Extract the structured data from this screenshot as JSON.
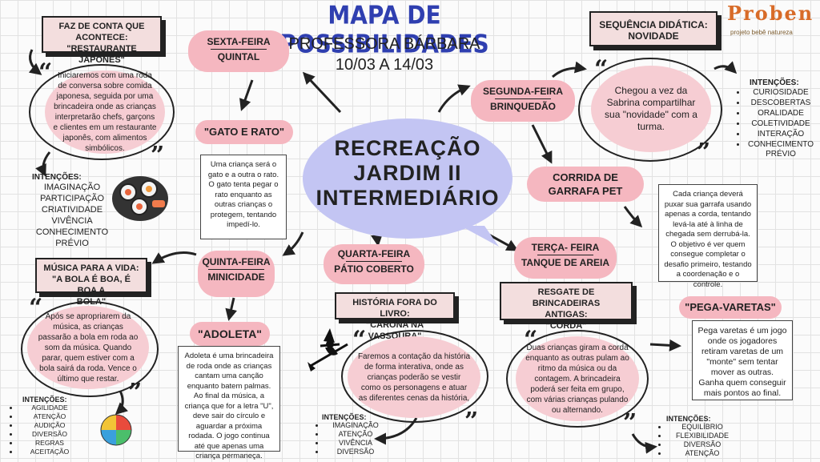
{
  "header": {
    "title": "MAPA DE POSSIBILIDADES",
    "teacher": "PROFESSORA BÁRBARA",
    "dates": "10/03 A 14/03"
  },
  "logo": {
    "name": "Proben",
    "tagline": "projeto bebê natureza"
  },
  "center": {
    "line1": "RECREAÇÃO",
    "line2": "JARDIM II",
    "line3": "INTERMEDIÁRIO"
  },
  "days": {
    "sexta": {
      "day": "SEXTA-FEIRA",
      "place": "QUINTAL"
    },
    "segunda": {
      "day": "SEGUNDA-FEIRA",
      "place": "BRINQUEDÃO"
    },
    "quinta": {
      "day": "QUINTA-FEIRA",
      "place": "MINICIDADE"
    },
    "quarta": {
      "day": "QUARTA-FEIRA",
      "place": "PÁTIO COBERTO"
    },
    "terca": {
      "day": "TERÇA- FEIRA",
      "place": "TANQUE DE AREIA"
    }
  },
  "faz_de_conta": {
    "label_line1": "FAZ DE CONTA QUE",
    "label_line2": "ACONTECE:",
    "label_line3": "\"RESTAURANTE JAPONÊS\"",
    "text": "Iniciaremos  com uma roda de conversa sobre comida japonesa, seguida por uma brincadeira onde as crianças interpretarão chefs, garçons e clientes em um restaurante japonês, com alimentos simbólicos.",
    "intentions_title": "INTENÇÕES:",
    "intentions": [
      "IMAGINAÇÃO",
      "PARTICIPAÇÃO",
      "CRIATIVIDADE",
      "VIVÊNCIA",
      "CONHECIMENTO",
      "PRÉVIO"
    ]
  },
  "gato_rato": {
    "label": "\"GATO E RATO\"",
    "text": "Uma criança será o gato e a outra o rato. O gato tenta pegar o rato enquanto as outras crianças o protegem, tentando impedí-lo."
  },
  "sequencia": {
    "label_line1": "SEQUÊNCIA DIDÁTICA:",
    "label_line2": "NOVIDADE",
    "text": "Chegou a vez da Sabrina compartilhar sua \"novidade\" com a turma.",
    "intentions_title": "INTENÇÕES:",
    "intentions": [
      "CURIOSIDADE",
      "DESCOBERTAS",
      "ORALIDADE",
      "COLETIVIDADE",
      "INTERAÇÃO",
      "CONHECIMENTO"
    ],
    "intentions_tail": "PRÉVIO"
  },
  "corrida": {
    "label_line1": "CORRIDA DE",
    "label_line2": "GARRAFA PET",
    "text": "Cada criança deverá puxar sua garrafa usando apenas a corda, tentando levá-la até à linha de chegada sem derrubá-la. O objetivo é ver quem consegue completar o desafio primeiro, testando a coordenação e o controle."
  },
  "musica": {
    "label_line1": "MÚSICA PARA A VIDA:",
    "label_line2": "\"A BOLA É BOA, É BOA A",
    "label_line3": "BOLA\"",
    "text": "Após se apropriarem da música, as crianças passarão a bola em roda ao som da música. Quando parar, quem estiver com a bola sairá da roda. Vence o último que restar.",
    "intentions_title": "INTENÇÕES:",
    "intentions": [
      "AGILIDADE",
      "ATENÇÃO",
      "AUDIÇÃO",
      "DIVERSÃO",
      "REGRAS",
      "ACEITAÇÃO"
    ]
  },
  "adoleta": {
    "label": "\"ADOLETA\"",
    "text": "Adoleta é uma brincadeira de roda onde as crianças cantam uma canção enquanto batem palmas. Ao final da música, a criança que for a letra \"U\",  deve sair do círculo e aguardar a próxima rodada. O jogo continua até que apenas uma criança permaneça."
  },
  "historia": {
    "label_line1": "HISTÓRIA FORA DO LIVRO:",
    "label_line2": "\"CARONA NA VASSOURA\"",
    "text": "Faremos a contação da história de forma interativa, onde as crianças poderão se vestir como os personagens e atuar as diferentes cenas da história,",
    "intentions_title": "INTENÇÕES:",
    "intentions": [
      "IMAGINAÇÃO",
      "ATENÇÃO",
      "VIVÊNCIA",
      "DIVERSÃO"
    ]
  },
  "resgate": {
    "label_line1": "RESGATE DE BRINCADEIRAS",
    "label_line2": "ANTIGAS:",
    "label_line3": "\"CORDA\"",
    "text": "Duas crianças giram a corda enquanto as outras pulam ao ritmo da música ou da contagem. A brincadeira poderá ser feita em grupo, com várias crianças pulando ou alternando.",
    "intentions_title": "INTENÇÕES:",
    "intentions": [
      "EQUILÍBRIO",
      "FLEXIBILIDADE",
      "DIVERSÃO",
      "ATENÇÃO"
    ]
  },
  "pega_varetas": {
    "label": "\"PEGA-VARETAS\"",
    "text": "Pega varetas é um jogo onde os jogadores retiram varetas de um \"monte\" sem tentar mover as outras. Ganha quem conseguir mais pontos ao final."
  },
  "colors": {
    "center": "#c3c5f3",
    "pill": "#f5b7c0",
    "bubble": "#f6cdd3",
    "title": "#2f3fb0",
    "logo": "#d86b28"
  }
}
